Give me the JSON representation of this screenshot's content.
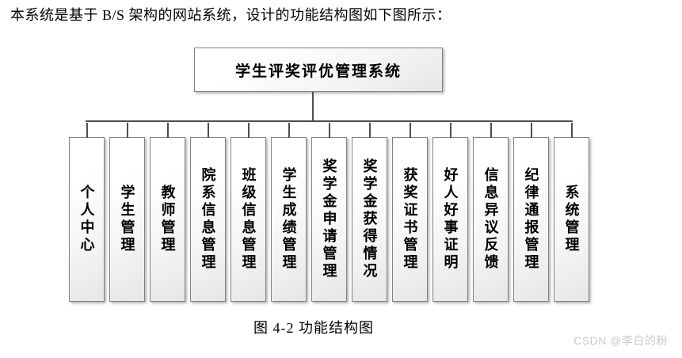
{
  "intro": "本系统是基于 B/S 架构的网站系统，设计的功能结构图如下图所示：",
  "diagram": {
    "root": "学生评奖评优管理系统",
    "children": [
      "个人中心",
      "学生管理",
      "教师管理",
      "院系信息管理",
      "班级信息管理",
      "学生成绩管理",
      "奖学金申请管理",
      "奖学金获得情况",
      "获奖证书管理",
      "好人好事证明",
      "信息异议反馈",
      "纪律通报管理",
      "系统管理"
    ]
  },
  "caption": "图 4-2 功能结构图",
  "watermark": "CSDN @李白的粉",
  "colors": {
    "connector_line": "#4d4d4d",
    "box_border": "#828282",
    "box_gradient_top": "#ffffff",
    "box_gradient_bottom": "#e6e6e6",
    "text": "#000000",
    "watermark": "#c9c9c9"
  }
}
